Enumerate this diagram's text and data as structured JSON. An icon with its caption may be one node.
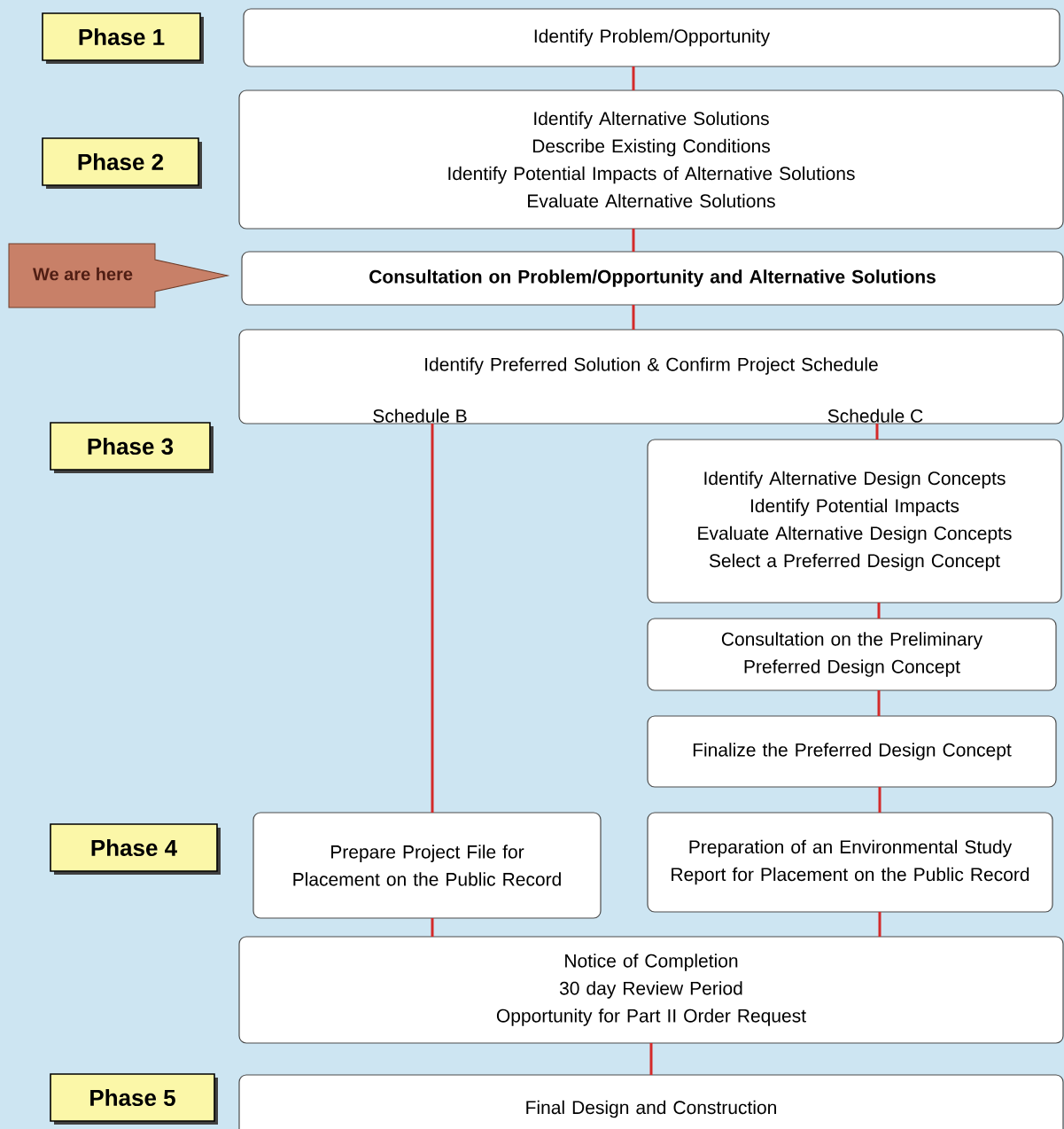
{
  "diagram": {
    "nodes": [
      {
        "text": [
          "Phase 1"
        ]
      },
      {
        "text": [
          "Identify Problem/Opportunity"
        ]
      },
      {
        "text": [
          "Phase 2"
        ]
      },
      {
        "text": [
          "Identify Alternative Solutions",
          "Describe Existing Conditions",
          "Identify Potential Impacts of Alternative Solutions",
          "Evaluate Alternative Solutions"
        ]
      },
      {
        "text": [
          "We are here"
        ]
      },
      {
        "text": [
          "Consultation on Problem/Opportunity and Alternative Solutions"
        ]
      },
      {
        "text": [
          "Identify Preferred Solution & Confirm Project Schedule",
          "Schedule B",
          "Schedule C"
        ]
      },
      {
        "text": [
          "Phase 3"
        ]
      },
      {
        "text": [
          "Identify Alternative Design Concepts",
          "Identify Potential Impacts",
          "Evaluate Alternative Design Concepts",
          "Select a Preferred Design Concept"
        ]
      },
      {
        "text": [
          "Consultation on the Preliminary Preferred Design Concept"
        ]
      },
      {
        "text": [
          "Finalize the Preferred Design Concept"
        ]
      },
      {
        "text": [
          "Phase 4"
        ]
      },
      {
        "text": [
          "Prepare Project File for Placement on the Public Record"
        ]
      },
      {
        "text": [
          "Preparation of an Environmental Study Report for Placement on the Public Record"
        ]
      },
      {
        "text": [
          "Notice of Completion",
          "30 day Review Period",
          "Opportunity for Part II Order Request"
        ]
      },
      {
        "text": [
          "Phase 5"
        ]
      },
      {
        "text": [
          "Final Design and Construction"
        ]
      }
    ],
    "edges": [
      {
        "from": 1,
        "to": 3,
        "arrow": "none"
      },
      {
        "from": 3,
        "to": 5,
        "arrow": "none"
      },
      {
        "from": 5,
        "to": 6,
        "arrow": "none"
      },
      {
        "from": 6,
        "to": 12,
        "arrow": "none"
      },
      {
        "from": 6,
        "to": 8,
        "arrow": "none"
      },
      {
        "from": 8,
        "to": 9,
        "arrow": "none"
      },
      {
        "from": 9,
        "to": 10,
        "arrow": "none"
      },
      {
        "from": 10,
        "to": 13,
        "arrow": "none"
      },
      {
        "from": 12,
        "to": 14,
        "arrow": "none"
      },
      {
        "from": 13,
        "to": 14,
        "arrow": "none"
      },
      {
        "from": 14,
        "to": 16,
        "arrow": "none"
      }
    ]
  }
}
